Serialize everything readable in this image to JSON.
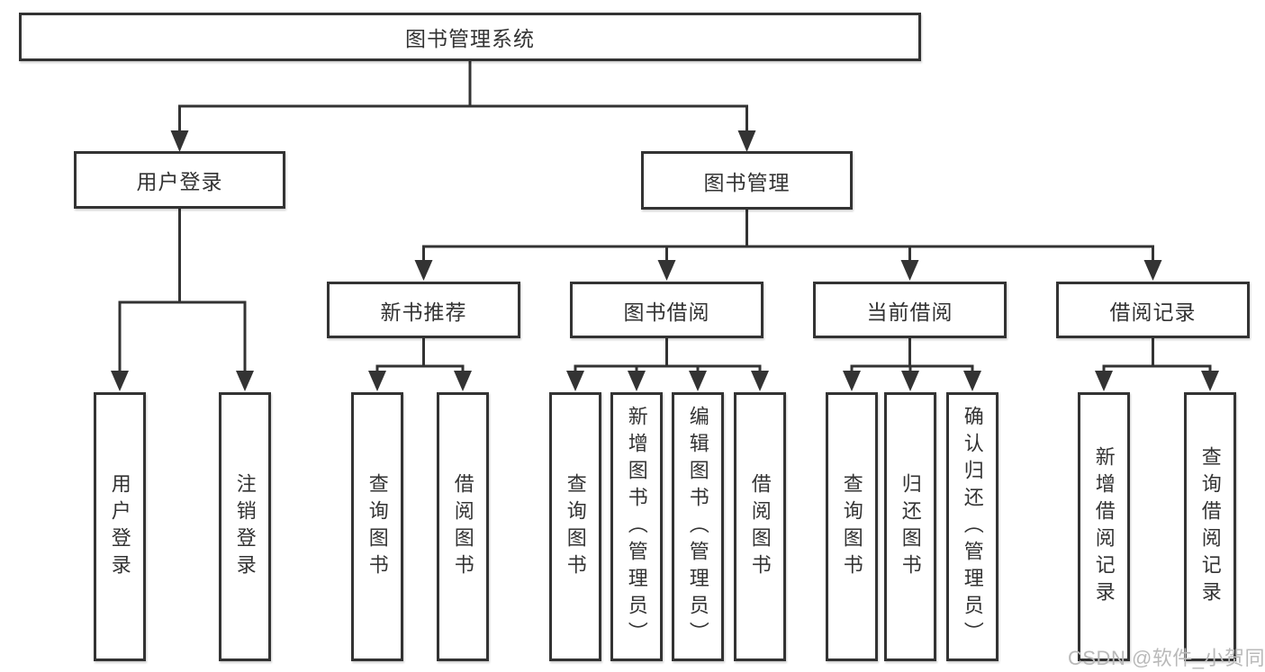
{
  "diagram_type": "hierarchy-functional-structure",
  "colors": {
    "line": "#333333",
    "box_border": "#333333",
    "box_fill": "#ffffff",
    "text": "#333333",
    "watermark": "#b9b9b9"
  },
  "tree": {
    "label": "图书管理系统",
    "children": [
      {
        "label": "用户登录",
        "children": [
          {
            "label": "用户登录"
          },
          {
            "label": "注销登录"
          }
        ]
      },
      {
        "label": "图书管理",
        "children": [
          {
            "label": "新书推荐",
            "children": [
              {
                "label": "查询图书"
              },
              {
                "label": "借阅图书"
              }
            ]
          },
          {
            "label": "图书借阅",
            "children": [
              {
                "label": "查询图书"
              },
              {
                "label": "新增图书（管理员）"
              },
              {
                "label": "编辑图书（管理员）"
              },
              {
                "label": "借阅图书"
              }
            ]
          },
          {
            "label": "当前借阅",
            "children": [
              {
                "label": "查询图书"
              },
              {
                "label": "归还图书"
              },
              {
                "label": "确认归还（管理员）"
              }
            ]
          },
          {
            "label": "借阅记录",
            "children": [
              {
                "label": "新增借阅记录"
              },
              {
                "label": "查询借阅记录"
              }
            ]
          }
        ]
      }
    ]
  },
  "watermark": {
    "text": "CSDN @软件_小贺同学"
  }
}
